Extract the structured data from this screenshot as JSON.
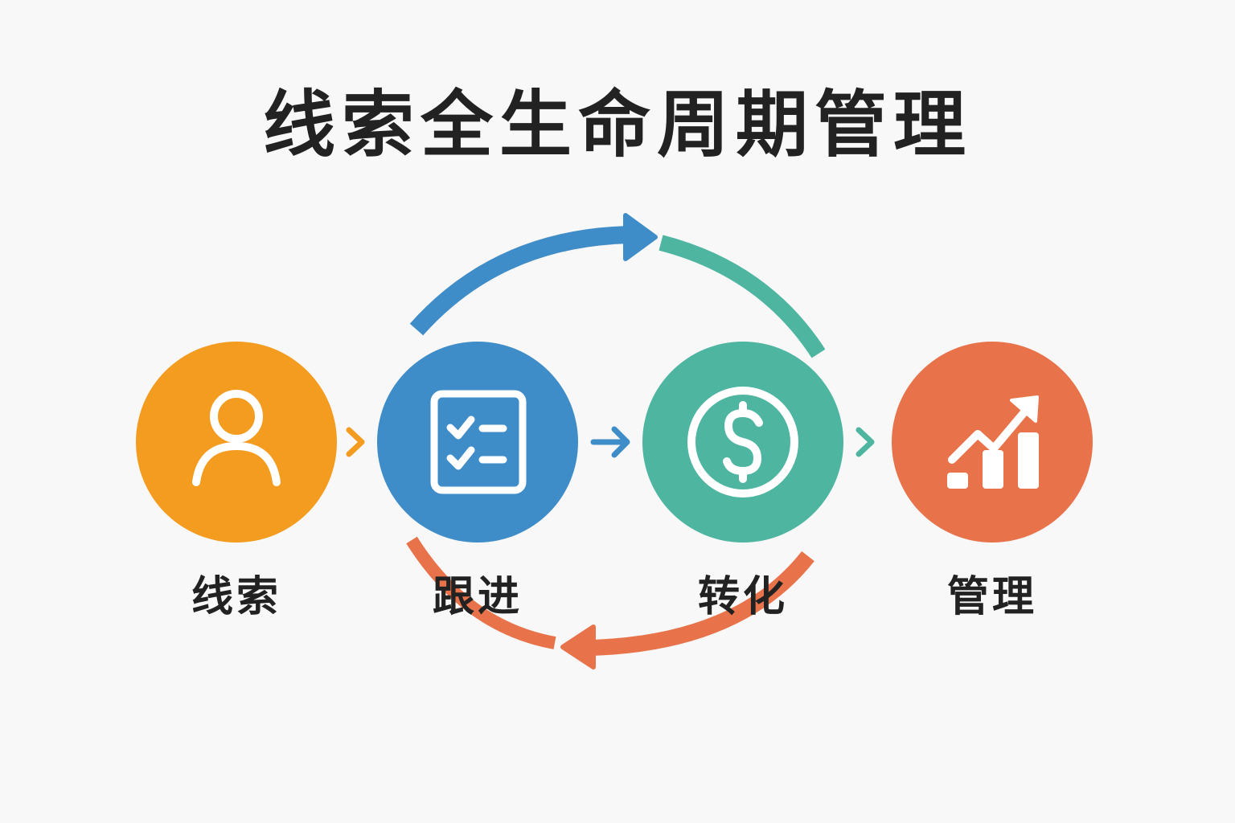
{
  "title": "线索全生命周期管理",
  "stages": [
    {
      "label": "线索",
      "icon": "user-icon",
      "color": "#F39C1F"
    },
    {
      "label": "跟进",
      "icon": "checklist-icon",
      "color": "#3F8DC8"
    },
    {
      "label": "转化",
      "icon": "dollar-icon",
      "color": "#4DB5A0"
    },
    {
      "label": "管理",
      "icon": "growth-chart-icon",
      "color": "#E8734A"
    }
  ]
}
